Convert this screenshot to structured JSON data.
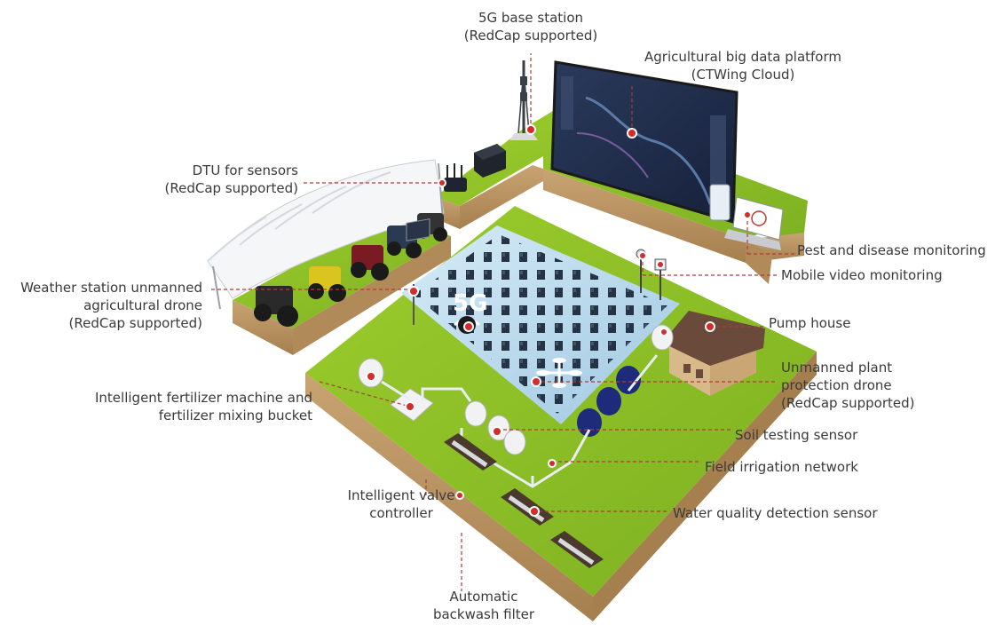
{
  "diagram": {
    "badge_5g": "5G",
    "labels": {
      "base_station": [
        "5G base station",
        "(RedCap supported)"
      ],
      "big_data": [
        "Agricultural big data platform",
        "(CTWing Cloud)"
      ],
      "dtu": [
        "DTU for sensors",
        "(RedCap supported)"
      ],
      "weather": [
        "Weather station unmanned",
        "agricultural drone",
        "(RedCap supported)"
      ],
      "pest": [
        "Pest and disease monitoring"
      ],
      "video": [
        "Mobile video monitoring"
      ],
      "pump": [
        "Pump house"
      ],
      "plant_drone": [
        "Unmanned plant",
        "protection drone",
        "(RedCap supported)"
      ],
      "fertilizer": [
        "Intelligent fertilizer machine and",
        "fertilizer mixing bucket"
      ],
      "soil": [
        "Soil testing sensor"
      ],
      "irrigation": [
        "Field irrigation network"
      ],
      "valve": [
        "Intelligent valve",
        "controller"
      ],
      "water": [
        "Water quality detection sensor"
      ],
      "backwash": [
        "Automatic",
        "backwash filter"
      ]
    }
  }
}
